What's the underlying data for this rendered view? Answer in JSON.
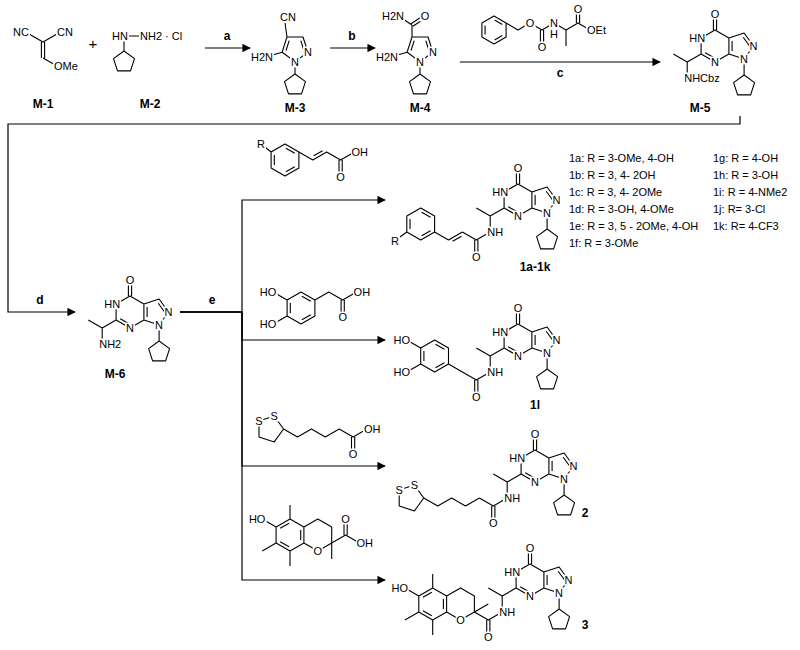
{
  "diagram": {
    "nodes": [
      {
        "text": [
          "NC",
          "CN",
          "OMe",
          "M-1"
        ]
      },
      {
        "text": [
          "HN",
          "NH2 · Cl",
          "M-2"
        ]
      },
      {
        "text": [
          "CN",
          "H2N",
          "N",
          "N",
          "M-3"
        ]
      },
      {
        "text": [
          "O",
          "H2N",
          "H2N",
          "N",
          "N",
          "M-4"
        ]
      },
      {
        "text": [
          "O",
          "O",
          "N",
          "H",
          "O",
          "OEt"
        ]
      },
      {
        "text": [
          "O",
          "HN",
          "N",
          "N",
          "N",
          "NHCbz",
          "M-5"
        ]
      },
      {
        "text": [
          "O",
          "HN",
          "N",
          "N",
          "N",
          "NH2",
          "M-6"
        ]
      },
      {
        "text": [
          "R",
          "O",
          "OH"
        ]
      },
      {
        "text": [
          "R",
          "O",
          "NH",
          "O",
          "HN",
          "N",
          "N",
          "N",
          "1a-1k"
        ]
      },
      {
        "text": [
          "HO",
          "HO",
          "O",
          "OH"
        ]
      },
      {
        "text": [
          "HO",
          "HO",
          "O",
          "NH",
          "O",
          "HN",
          "N",
          "N",
          "N",
          "1l"
        ]
      },
      {
        "text": [
          "S",
          "S",
          "O",
          "OH"
        ]
      },
      {
        "text": [
          "S",
          "S",
          "O",
          "NH",
          "O",
          "HN",
          "N",
          "N",
          "N",
          "2"
        ]
      },
      {
        "text": [
          "HO",
          "O",
          "O",
          "OH"
        ]
      },
      {
        "text": [
          "HO",
          "O",
          "O",
          "NH",
          "O",
          "HN",
          "N",
          "N",
          "N",
          "3"
        ]
      }
    ],
    "edges": [
      {
        "from": 1,
        "to": 2,
        "arrow": "to",
        "label": "a"
      },
      {
        "from": 2,
        "to": 3,
        "arrow": "to",
        "label": "b"
      },
      {
        "from": 3,
        "to": 5,
        "arrow": "to",
        "label": "c"
      },
      {
        "from": 5,
        "to": 6,
        "arrow": "to",
        "label": "d"
      },
      {
        "from": 6,
        "to": 8,
        "arrow": "to",
        "label": "e"
      },
      {
        "from": 6,
        "to": 10,
        "arrow": "to"
      },
      {
        "from": 6,
        "to": 12,
        "arrow": "to"
      },
      {
        "from": 6,
        "to": 14,
        "arrow": "to"
      }
    ],
    "labels": [
      "+",
      "1a: R = 3-OMe, 4-OH",
      "1b: R = 3, 4- 2OH",
      "1c: R = 3, 4- 2OMe",
      "1d: R = 3-OH, 4-OMe",
      "1e: R = 3, 5 - 2OMe, 4-OH",
      "1f: R = 3-OMe",
      "1g: R = 4-OH",
      "1h: R = 3-OH",
      "1i: R = 4-NMe2",
      "1j: R= 3-Cl",
      "1k: R= 4-CF3"
    ]
  }
}
